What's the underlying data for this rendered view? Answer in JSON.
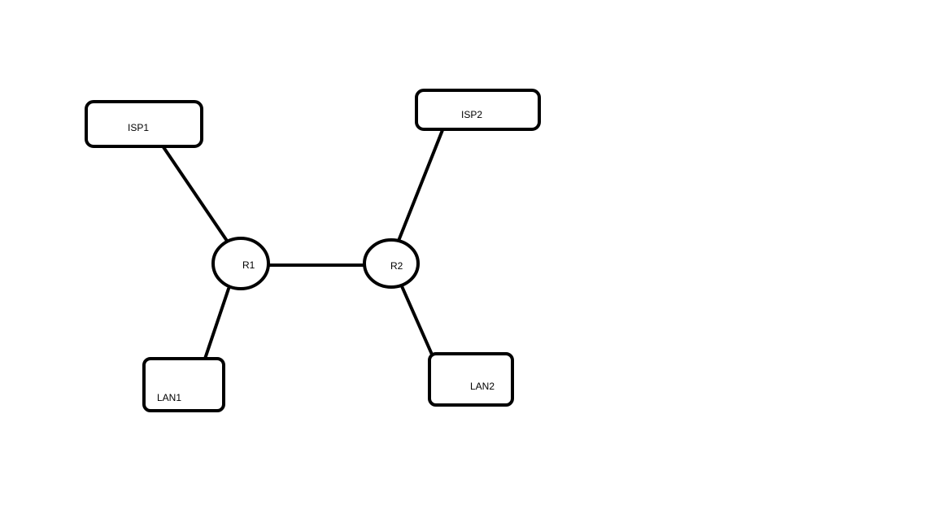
{
  "diagram": {
    "nodes": {
      "isp1": {
        "label": "ISP1",
        "kind": "box"
      },
      "isp2": {
        "label": "ISP2",
        "kind": "box"
      },
      "r1": {
        "label": "R1",
        "kind": "router"
      },
      "r2": {
        "label": "R2",
        "kind": "router"
      },
      "lan1": {
        "label": "LAN1",
        "kind": "box"
      },
      "lan2": {
        "label": "LAN2",
        "kind": "box"
      }
    },
    "links": [
      {
        "from": "isp1",
        "to": "r1"
      },
      {
        "from": "isp2",
        "to": "r2"
      },
      {
        "from": "r1",
        "to": "r2"
      },
      {
        "from": "r1",
        "to": "lan1"
      },
      {
        "from": "r2",
        "to": "lan2"
      }
    ],
    "colors": {
      "stroke": "#000000",
      "background": "#ffffff"
    }
  }
}
